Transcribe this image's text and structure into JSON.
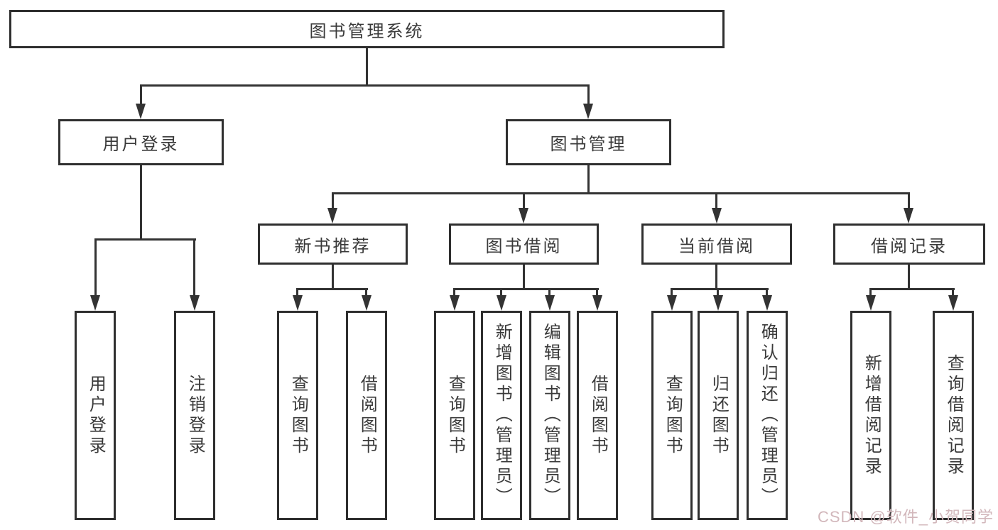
{
  "diagram_type": "hierarchy-tree",
  "tree": {
    "label": "图书管理系统",
    "children": [
      {
        "label": "用户登录",
        "children": [
          {
            "label": "用户登录"
          },
          {
            "label": "注销登录"
          }
        ]
      },
      {
        "label": "图书管理",
        "children": [
          {
            "label": "新书推荐",
            "children": [
              {
                "label": "查询图书"
              },
              {
                "label": "借阅图书"
              }
            ]
          },
          {
            "label": "图书借阅",
            "children": [
              {
                "label": "查询图书"
              },
              {
                "label": "新增图书（管理员）"
              },
              {
                "label": "编辑图书（管理员）"
              },
              {
                "label": "借阅图书"
              }
            ]
          },
          {
            "label": "当前借阅",
            "children": [
              {
                "label": "查询图书"
              },
              {
                "label": "归还图书"
              },
              {
                "label": "确认归还（管理员）"
              }
            ]
          },
          {
            "label": "借阅记录",
            "children": [
              {
                "label": "新增借阅记录"
              },
              {
                "label": "查询借阅记录"
              }
            ]
          }
        ]
      }
    ]
  },
  "watermark": {
    "text": "CSDN @软件_小贺同学"
  },
  "colors": {
    "line": "#333333",
    "box_border": "#2f2f2f",
    "box_fill": "#ffffff",
    "text": "#3a3a3a",
    "background": "#ffffff",
    "watermark": "#d2b7bb"
  }
}
